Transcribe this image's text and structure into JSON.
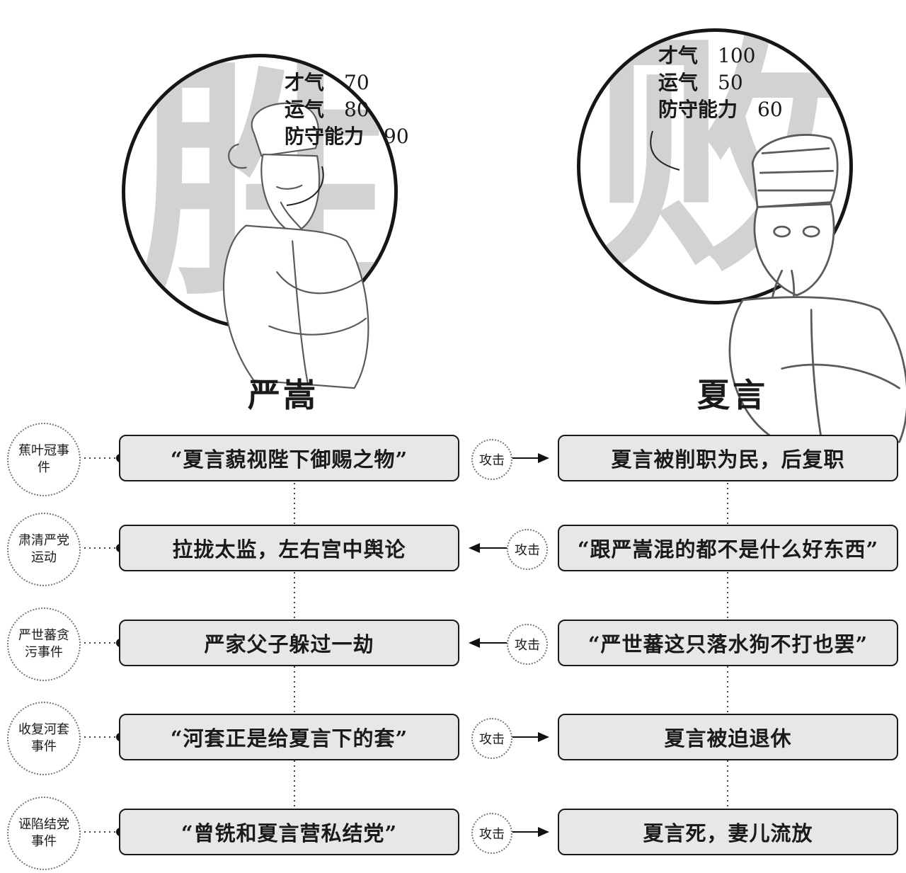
{
  "left": {
    "big_char": "胜",
    "name": "严嵩",
    "stats": [
      {
        "label": "才气",
        "value": "70"
      },
      {
        "label": "运气",
        "value": "80"
      },
      {
        "label": "防守能力",
        "value": "90"
      }
    ]
  },
  "right": {
    "big_char": "败",
    "name": "夏言",
    "stats": [
      {
        "label": "才气",
        "value": "100"
      },
      {
        "label": "运气",
        "value": "50"
      },
      {
        "label": "防守能力",
        "value": "60"
      }
    ]
  },
  "attack_label": "攻击",
  "rows": [
    {
      "event": "蕉叶冠事件",
      "left": "“夏言藐视陛下御赐之物”",
      "right": "夏言被削职为民，后复职",
      "direction": "right"
    },
    {
      "event": "肃清严党运动",
      "left": "拉拢太监，左右宫中舆论",
      "right": "“跟严嵩混的都不是什么好东西”",
      "direction": "left"
    },
    {
      "event": "严世蕃贪污事件",
      "left": "严家父子躲过一劫",
      "right": "“严世蕃这只落水狗不打也罢”",
      "direction": "left"
    },
    {
      "event": "收复河套事件",
      "left": "“河套正是给夏言下的套”",
      "right": "夏言被迫退休",
      "direction": "right"
    },
    {
      "event": "诬陷结党事件",
      "left": "“曾铣和夏言营私结党”",
      "right": "夏言死，妻儿流放",
      "direction": "right"
    }
  ]
}
